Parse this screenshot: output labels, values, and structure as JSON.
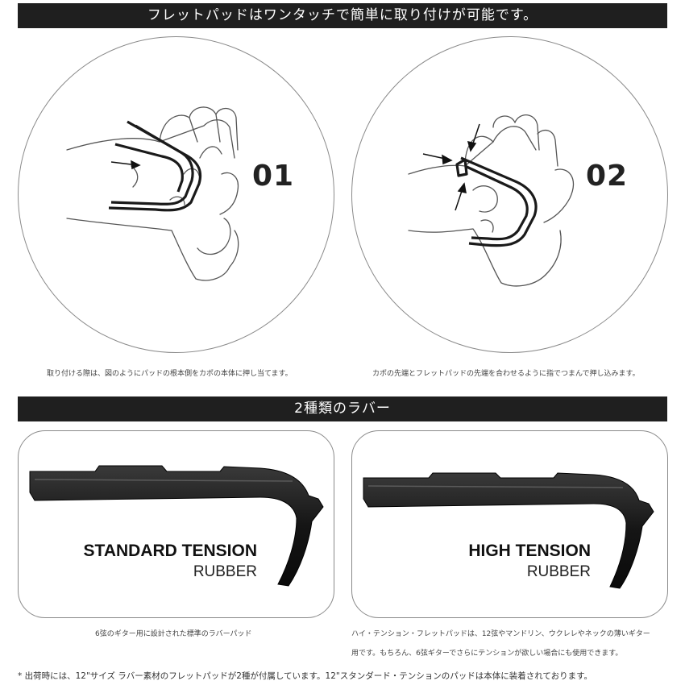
{
  "section1": {
    "title": "フレットパッドはワンタッチで簡単に取り付けが可能です。",
    "steps": [
      {
        "number": "01",
        "caption": "取り付ける際は、図のようにパッドの根本側をカポの本体に押し当てます。"
      },
      {
        "number": "02",
        "caption": "カポの先端とフレットパッドの先端を合わせるように指でつまんで押し込みます。"
      }
    ]
  },
  "section2": {
    "title": "2種類のラバー",
    "rubbers": [
      {
        "title": "STANDARD TENSION",
        "subtitle": "RUBBER",
        "note_lines": [
          "6弦のギター用に設計された標準のラバーパッド"
        ]
      },
      {
        "title": "HIGH TENSION",
        "subtitle": "RUBBER",
        "note_lines": [
          "ハイ・テンション・フレットパッドは、12弦やマンドリン、ウクレレやネックの薄いギター",
          "用です。もちろん、6弦ギターでさらにテンションが欲しい場合にも使用できます。"
        ]
      }
    ]
  },
  "footnote": "* 出荷時には、12\"サイズ ラバー素材のフレットパッドが2種が付属しています。12\"スタンダード・テンションのパッドは本体に装着されております。",
  "illustrations": {
    "step1": "hand-inserting-pad-illustration",
    "step2": "hand-pinching-pad-illustration",
    "rubber": "rubber-pad-render"
  }
}
